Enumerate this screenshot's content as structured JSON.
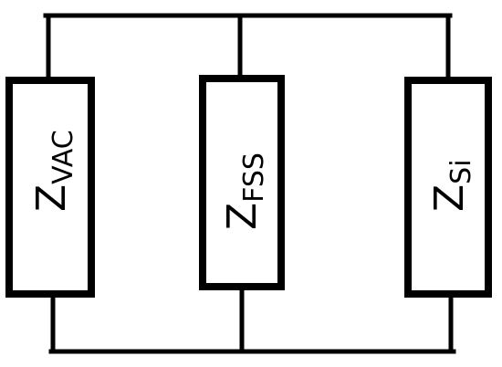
{
  "diagram": {
    "components": [
      {
        "id": "vac",
        "symbol": "Z",
        "subscript": "VAC"
      },
      {
        "id": "fss",
        "symbol": "Z",
        "subscript": "FSS"
      },
      {
        "id": "si",
        "symbol": "Z",
        "subscript": "Si"
      }
    ],
    "colors": {
      "stroke": "#000000",
      "fill": "#ffffff"
    }
  }
}
